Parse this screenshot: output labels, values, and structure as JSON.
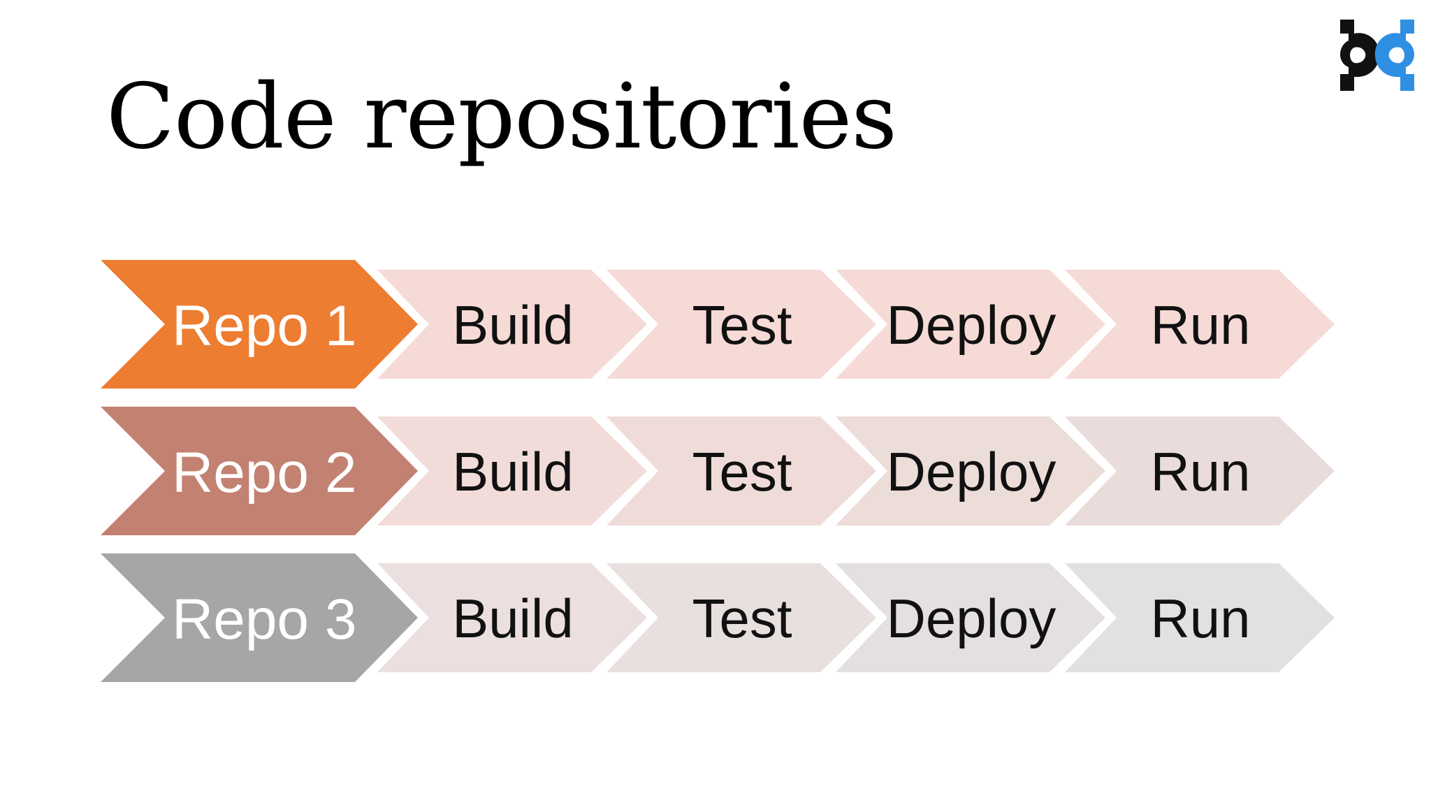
{
  "slide": {
    "title": "Code repositories"
  },
  "logo": {
    "icon": "gear-logo-icon",
    "colors": {
      "dark": "#111111",
      "accent": "#2f8fe3"
    }
  },
  "pipeline": {
    "rows": [
      {
        "repo": "Repo 1",
        "repo_color": "#ed7d31",
        "stages": [
          "Build",
          "Test",
          "Deploy",
          "Run"
        ],
        "stage_colors": [
          "#f6dad6",
          "#f6dad6",
          "#f6dad6",
          "#f6dad6"
        ]
      },
      {
        "repo": "Repo 2",
        "repo_color": "#c38171",
        "stages": [
          "Build",
          "Test",
          "Deploy",
          "Run"
        ],
        "stage_colors": [
          "#f2dcd9",
          "#efdcd8",
          "#ecddd9",
          "#eadcda"
        ]
      },
      {
        "repo": "Repo 3",
        "repo_color": "#a6a6a6",
        "stages": [
          "Build",
          "Test",
          "Deploy",
          "Run"
        ],
        "stage_colors": [
          "#ebdfdf",
          "#e8dfdf",
          "#e4dfe0",
          "#e2e0e1"
        ]
      }
    ]
  }
}
